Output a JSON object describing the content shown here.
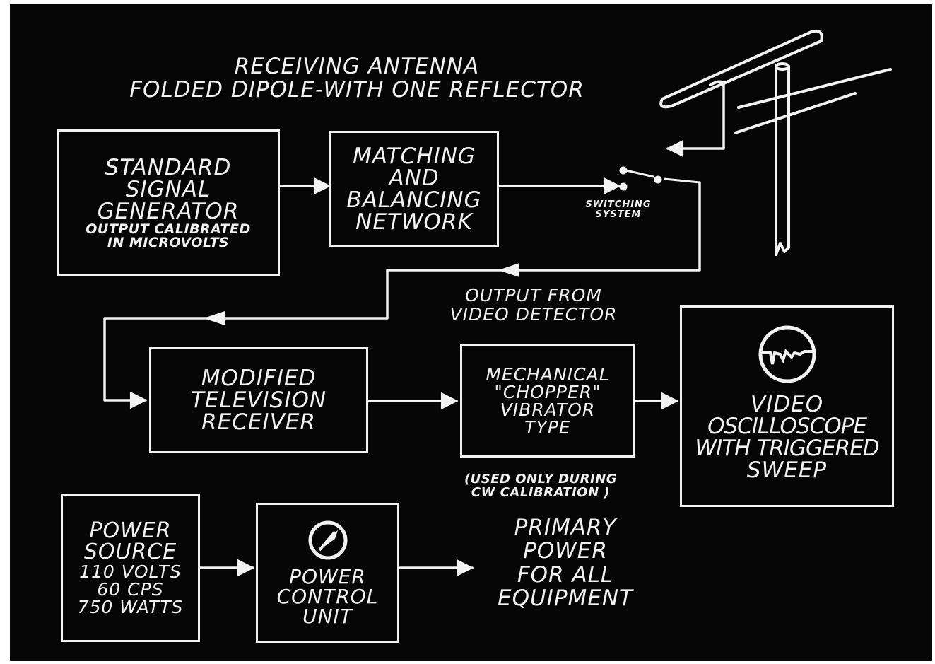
{
  "title": {
    "line1": "RECEIVING ANTENNA",
    "line2": "FOLDED DIPOLE-WITH ONE REFLECTOR"
  },
  "blocks": {
    "signal_generator": {
      "lines": [
        "STANDARD",
        "SIGNAL",
        "GENERATOR"
      ],
      "sub_lines": [
        "OUTPUT CALIBRATED",
        "IN MICROVOLTS"
      ]
    },
    "matching_network": {
      "lines": [
        "MATCHING",
        "AND",
        "BALANCING",
        "NETWORK"
      ]
    },
    "tv_receiver": {
      "lines": [
        "MODIFIED",
        "TELEVISION",
        "RECEIVER"
      ]
    },
    "chopper": {
      "lines": [
        "MECHANICAL",
        "\"CHOPPER\"",
        "VIBRATOR",
        "TYPE"
      ]
    },
    "oscilloscope": {
      "lines": [
        "VIDEO",
        "OSCILLOSCOPE",
        "WITH TRIGGERED",
        "SWEEP"
      ]
    },
    "power_source": {
      "lines": [
        "POWER",
        "SOURCE",
        "110 VOLTS",
        "60 CPS",
        "750 WATTS"
      ]
    },
    "power_control": {
      "lines": [
        "POWER",
        "CONTROL",
        "UNIT"
      ]
    }
  },
  "labels": {
    "switching_system": [
      "SWITCHING",
      "SYSTEM"
    ],
    "video_detector": [
      "OUTPUT FROM",
      "VIDEO DETECTOR"
    ],
    "chopper_note": [
      "(USED ONLY DURING",
      "CW CALIBRATION )"
    ],
    "primary_power": [
      "PRIMARY",
      "POWER",
      "FOR ALL",
      "EQUIPMENT"
    ]
  },
  "colors": {
    "background": "#060606",
    "ink": "#f2f2f2",
    "border": "#ffffff"
  },
  "icons": {
    "antenna": "folded-dipole-antenna-icon",
    "scope_screen": "oscilloscope-screen-icon",
    "meter": "meter-dial-icon",
    "switch": "switch-icon"
  }
}
